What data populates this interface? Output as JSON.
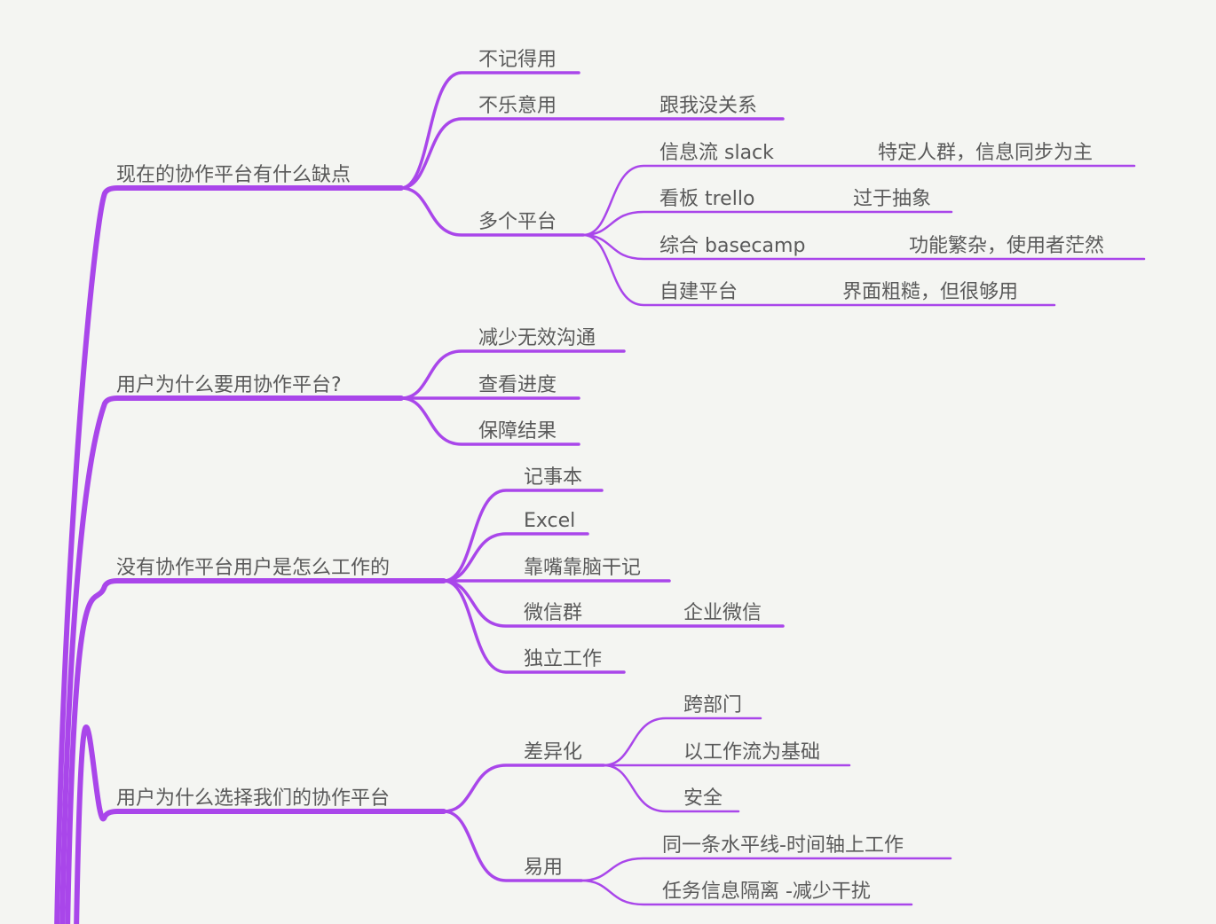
{
  "colors": {
    "branch": "#a946ea",
    "background": "#f4f5f2",
    "text": "#5a5a5a"
  },
  "topics": [
    {
      "label": "现在的协作平台有什么缺点",
      "children": [
        {
          "label": "不记得用"
        },
        {
          "label": "不乐意用",
          "note": "跟我没关系"
        },
        {
          "label": "多个平台",
          "children": [
            {
              "label": "信息流 slack",
              "note": "特定人群，信息同步为主"
            },
            {
              "label": "看板 trello",
              "note": "过于抽象"
            },
            {
              "label": "综合 basecamp",
              "note": "功能繁杂，使用者茫然"
            },
            {
              "label": "自建平台",
              "note": "界面粗糙，但很够用"
            }
          ]
        }
      ]
    },
    {
      "label": "用户为什么要用协作平台?",
      "children": [
        {
          "label": "减少无效沟通"
        },
        {
          "label": "查看进度"
        },
        {
          "label": "保障结果"
        }
      ]
    },
    {
      "label": "没有协作平台用户是怎么工作的",
      "children": [
        {
          "label": "记事本"
        },
        {
          "label": "Excel"
        },
        {
          "label": "靠嘴靠脑干记"
        },
        {
          "label": "微信群",
          "note": "企业微信"
        },
        {
          "label": "独立工作"
        }
      ]
    },
    {
      "label": "用户为什么选择我们的协作平台",
      "children": [
        {
          "label": "差异化",
          "children": [
            {
              "label": "跨部门"
            },
            {
              "label": "以工作流为基础"
            },
            {
              "label": "安全"
            }
          ]
        },
        {
          "label": "易用",
          "children": [
            {
              "label": "同一条水平线-时间轴上工作"
            },
            {
              "label": "任务信息隔离 -减少干扰"
            }
          ]
        }
      ]
    }
  ]
}
